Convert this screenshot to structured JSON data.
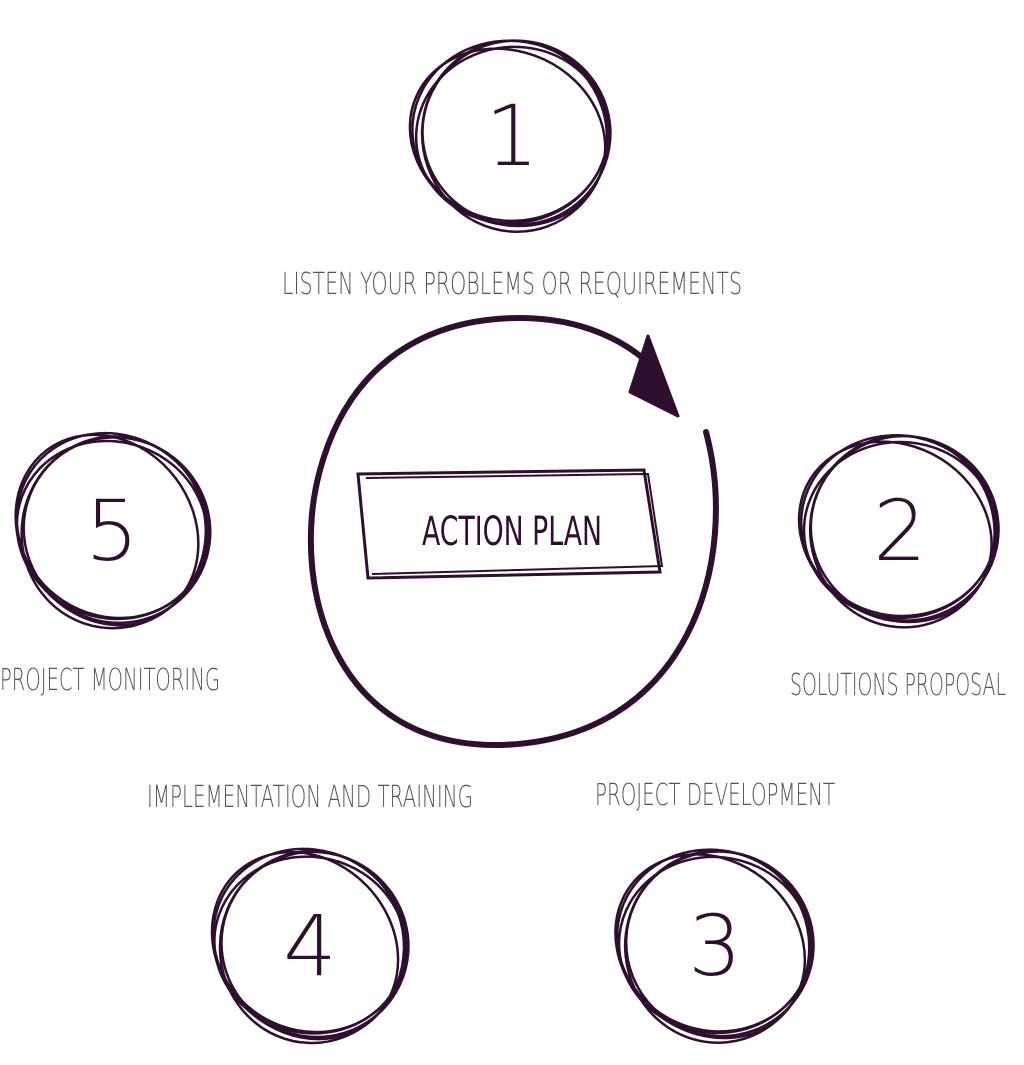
{
  "center": {
    "title": "ACTION PLAN"
  },
  "steps": [
    {
      "number": "1",
      "label": "LISTEN YOUR PROBLEMS OR REQUIREMENTS"
    },
    {
      "number": "2",
      "label": "SOLUTIONS PROPOSAL"
    },
    {
      "number": "3",
      "label": "PROJECT DEVELOPMENT"
    },
    {
      "number": "4",
      "label": "IMPLEMENTATION AND TRAINING"
    },
    {
      "number": "5",
      "label": "PROJECT MONITORING"
    }
  ],
  "colors": {
    "ink": "#2e0f2f",
    "label": "#555555"
  }
}
